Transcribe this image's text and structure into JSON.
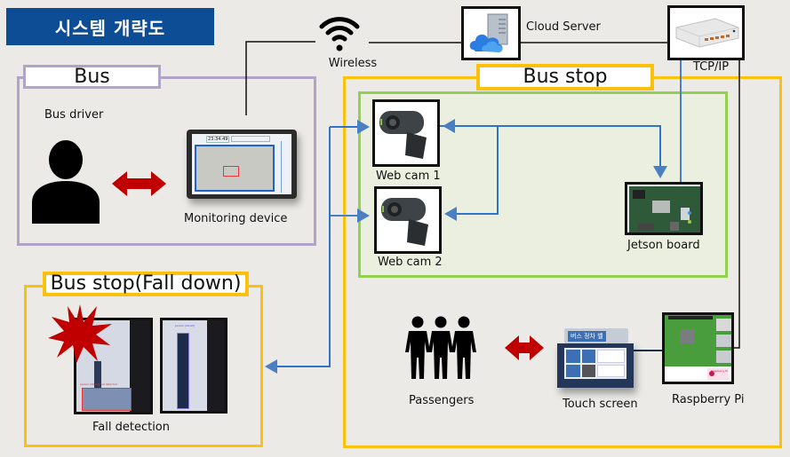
{
  "title": "시스템 개략도",
  "colors": {
    "title_bg": "#0d4d96",
    "bus_group": "#b2a3c8",
    "bus_stop_group": "#fcc10c",
    "camera_group": "#92d050",
    "camera_group_bg": "#ebefdf",
    "data_flow": "#2e75c7",
    "interaction_arrow": "#c00000"
  },
  "network": {
    "wireless_label": "Wireless",
    "cloud_server_label": "Cloud Server",
    "router_label": "TCP/IP"
  },
  "bus": {
    "label": "Bus",
    "driver_label": "Bus driver",
    "monitoring_label": "Monitoring device",
    "monitor_screen_time": "23:34:49"
  },
  "bus_stop": {
    "label": "Bus stop",
    "webcam1_label": "Web cam 1",
    "webcam2_label": "Web cam 2",
    "jetson_label": "Jetson board",
    "passengers_label": "Passengers",
    "touch_screen_label": "Touch screen",
    "touch_screen_sign": "버스 정차 벨",
    "raspberry_label": "Raspberry Pi",
    "raspberry_badge": "Raspberry Pi"
  },
  "fall": {
    "label": "Bus stop(Fall down)",
    "detection_label": "Fall detection",
    "detect_tag_fallen": "person [99.00] fall detected",
    "detect_tag_standing": "person [99.95]"
  }
}
